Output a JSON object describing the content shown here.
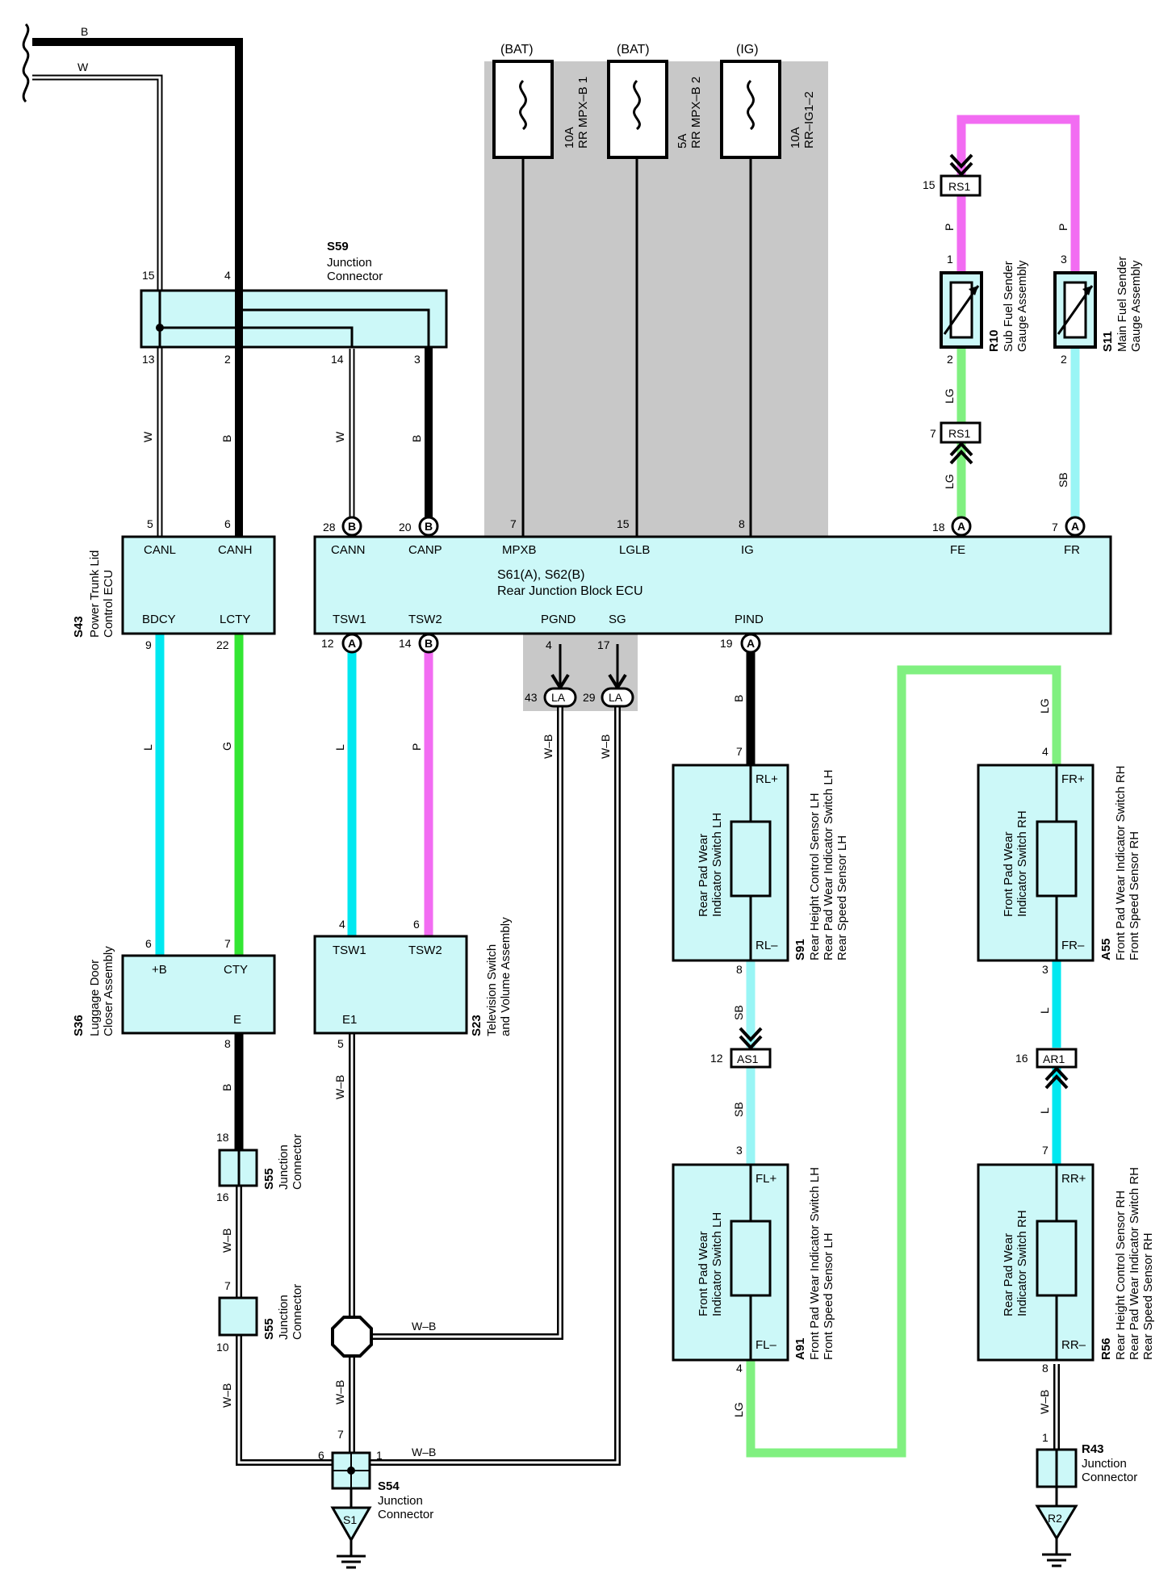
{
  "diagram": {
    "wire_colors": {
      "B": "#000000",
      "W": "#ffffff",
      "L": "#00e8f0",
      "G": "#33e633",
      "P": "#f26cf2",
      "LG": "#80f080",
      "SB": "#99f5f5",
      "W-B": "#ffffff",
      "box_fill": "#ccf8f8",
      "shade": "#c8c8c8"
    },
    "fuses": [
      {
        "source": "(BAT)",
        "rating": "10A",
        "name": "RR MPX–B 1"
      },
      {
        "source": "(BAT)",
        "rating": "5A",
        "name": "RR MPX–B 2"
      },
      {
        "source": "(IG)",
        "rating": "10A",
        "name": "RR–IG1–2"
      }
    ],
    "components": {
      "s59": {
        "id": "S59",
        "line1": "Junction",
        "line2": "Connector"
      },
      "ecu": {
        "id": "S61(A), S62(B)",
        "name": "Rear Junction Block ECU",
        "top_pins": [
          "CANN",
          "CANP",
          "MPXB",
          "LGLB",
          "IG",
          "FE",
          "FR"
        ],
        "bottom_pins": [
          "TSW1",
          "TSW2",
          "PGND",
          "SG",
          "PIND"
        ]
      },
      "s43": {
        "id": "S43",
        "line1": "Power Trunk Lid",
        "line2": "Control ECU",
        "pins": [
          "CANL",
          "CANH",
          "BDCY",
          "LCTY"
        ]
      },
      "s36": {
        "id": "S36",
        "line1": "Luggage Door",
        "line2": "Closer Assembly",
        "pins": [
          "+B",
          "CTY",
          "E"
        ]
      },
      "s23": {
        "id": "S23",
        "line1": "Television Switch",
        "line2": "and Volume Assembly",
        "pins": [
          "TSW1",
          "TSW2",
          "E1"
        ]
      },
      "r10": {
        "id": "R10",
        "line1": "Sub Fuel Sender",
        "line2": "Gauge Assembly"
      },
      "s11": {
        "id": "S11",
        "line1": "Main Fuel Sender",
        "line2": "Gauge Assembly"
      },
      "s91": {
        "id": "S91",
        "line1": "Rear Height Control Sensor LH",
        "line2": "Rear Pad Wear Indicator Switch LH",
        "line3": "Rear Speed Sensor LH",
        "inner1": "Rear Pad Wear",
        "inner2": "Indicator Switch LH",
        "pins": [
          "RL+",
          "RL–"
        ]
      },
      "a55": {
        "id": "A55",
        "line1": "Front Pad Wear Indicator Switch RH",
        "line2": "Front Speed Sensor RH",
        "inner1": "Front Pad Wear",
        "inner2": "Indicator Switch RH",
        "pins": [
          "FR+",
          "FR–"
        ]
      },
      "a91": {
        "id": "A91",
        "line1": "Front Pad Wear Indicator Switch LH",
        "line2": "Front Speed Sensor LH",
        "inner1": "Front Pad Wear",
        "inner2": "Indicator Switch LH",
        "pins": [
          "FL+",
          "FL–"
        ]
      },
      "r56": {
        "id": "R56",
        "line1": "Rear Height Control Sensor RH",
        "line2": "Rear Pad Wear Indicator Switch RH",
        "line3": "Rear Speed Sensor RH",
        "inner1": "Rear Pad Wear",
        "inner2": "Indicator Switch RH",
        "pins": [
          "RR+",
          "RR–"
        ]
      },
      "s55": {
        "id": "S55",
        "line1": "Junction",
        "line2": "Connector"
      },
      "s54": {
        "id": "S54",
        "line1": "Junction",
        "line2": "Connector"
      },
      "r43": {
        "id": "R43",
        "line1": "Junction",
        "line2": "Connector"
      }
    },
    "connectors": {
      "rs1": "RS1",
      "as1": "AS1",
      "ar1": "AR1",
      "la": "LA",
      "a": "A",
      "b": "B"
    },
    "grounds": {
      "left": "S1",
      "right": "R2"
    },
    "wire_labels": {
      "b": "B",
      "w": "W",
      "l": "L",
      "g": "G",
      "p": "P",
      "lg": "LG",
      "sb": "SB",
      "wb": "W–B"
    },
    "pin_numbers": {
      "p15": "15",
      "p4": "4",
      "p13": "13",
      "p2": "2",
      "p14": "14",
      "p3": "3",
      "p5": "5",
      "p6": "6",
      "p28": "28",
      "p20": "20",
      "p7": "7",
      "p18": "18",
      "p1": "1",
      "p9": "9",
      "p22": "22",
      "p12": "12",
      "p17": "17",
      "p43": "43",
      "p29": "29",
      "p19": "19",
      "p8": "8",
      "p16": "16",
      "p10": "10"
    }
  }
}
